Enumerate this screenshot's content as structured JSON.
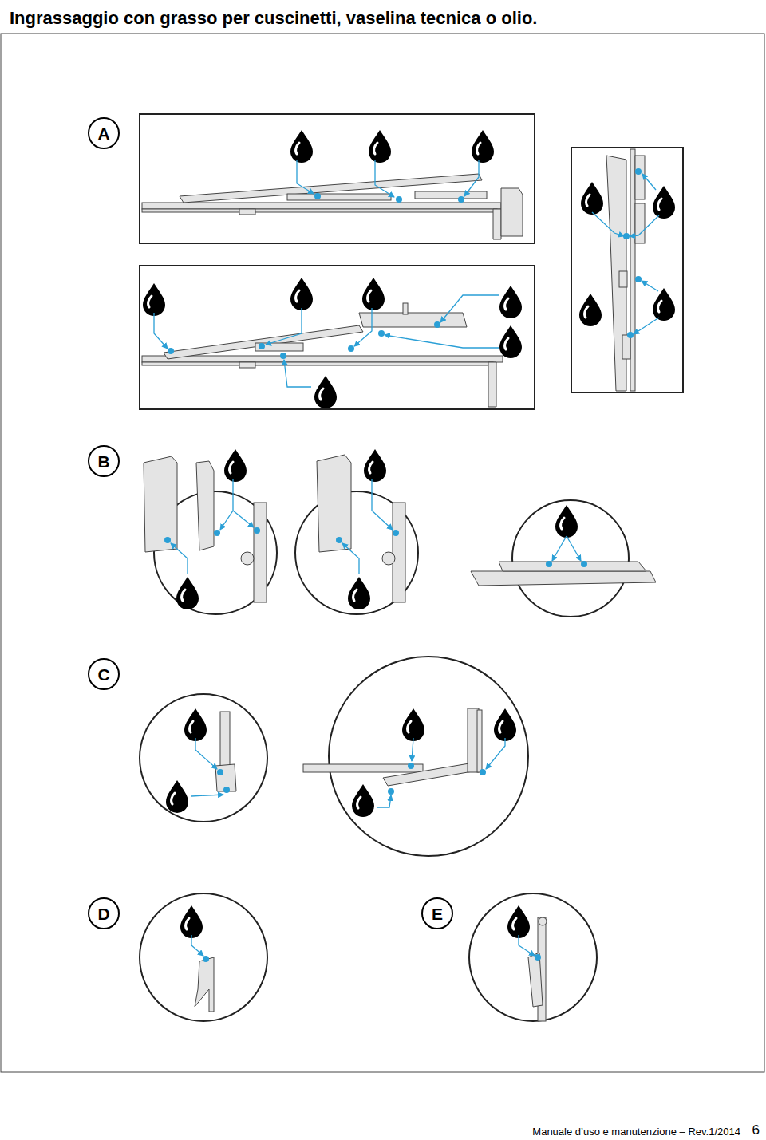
{
  "diagram": {
    "title": "Ingrassaggio con grasso per cuscinetti, vaselina tecnica o olio.",
    "nodes": [
      {
        "text": [
          "A"
        ]
      },
      {
        "text": [
          "B"
        ]
      },
      {
        "text": [
          "C"
        ]
      },
      {
        "text": [
          "D"
        ]
      },
      {
        "text": [
          "E"
        ]
      }
    ],
    "labels": [
      "Manuale d’uso e manutenzione – Rev.1/2014",
      "6"
    ]
  }
}
